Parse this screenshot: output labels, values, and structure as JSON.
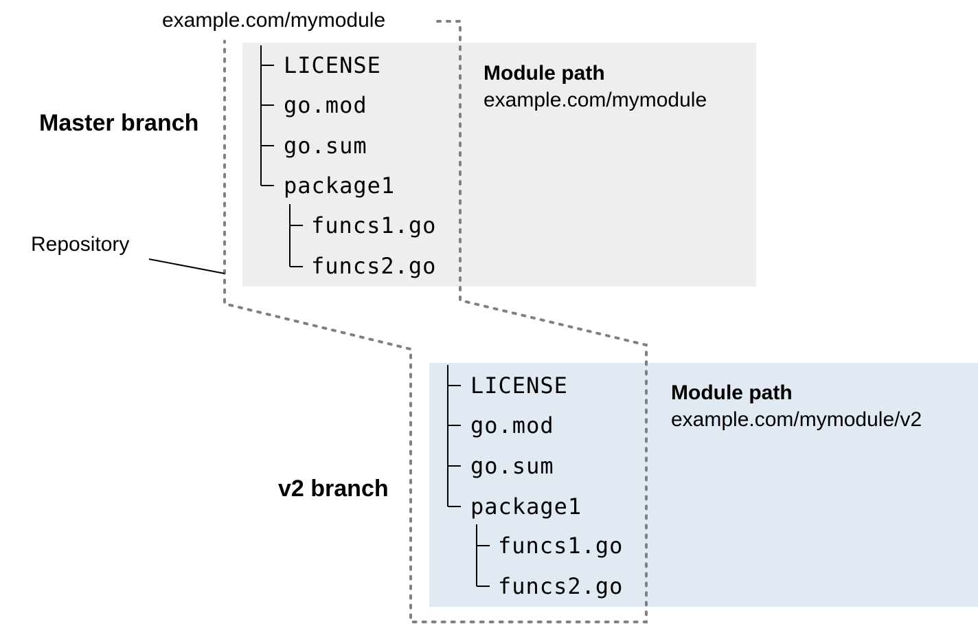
{
  "root_path": "example.com/mymodule",
  "repository_label": "Repository",
  "branches": [
    {
      "name": "Master branch",
      "module_path_title": "Module path",
      "module_path": "example.com/mymodule",
      "files": [
        "LICENSE",
        "go.mod",
        "go.sum",
        "package1"
      ],
      "package_files": [
        "funcs1.go",
        "funcs2.go"
      ]
    },
    {
      "name": "v2 branch",
      "module_path_title": "Module path",
      "module_path": "example.com/mymodule/v2",
      "files": [
        "LICENSE",
        "go.mod",
        "go.sum",
        "package1"
      ],
      "package_files": [
        "funcs1.go",
        "funcs2.go"
      ]
    }
  ],
  "colors": {
    "master_panel": "#eeeeee",
    "v2_panel": "#e1e9f3",
    "dotted_outline": "#808080",
    "tree_lines": "#000000"
  }
}
